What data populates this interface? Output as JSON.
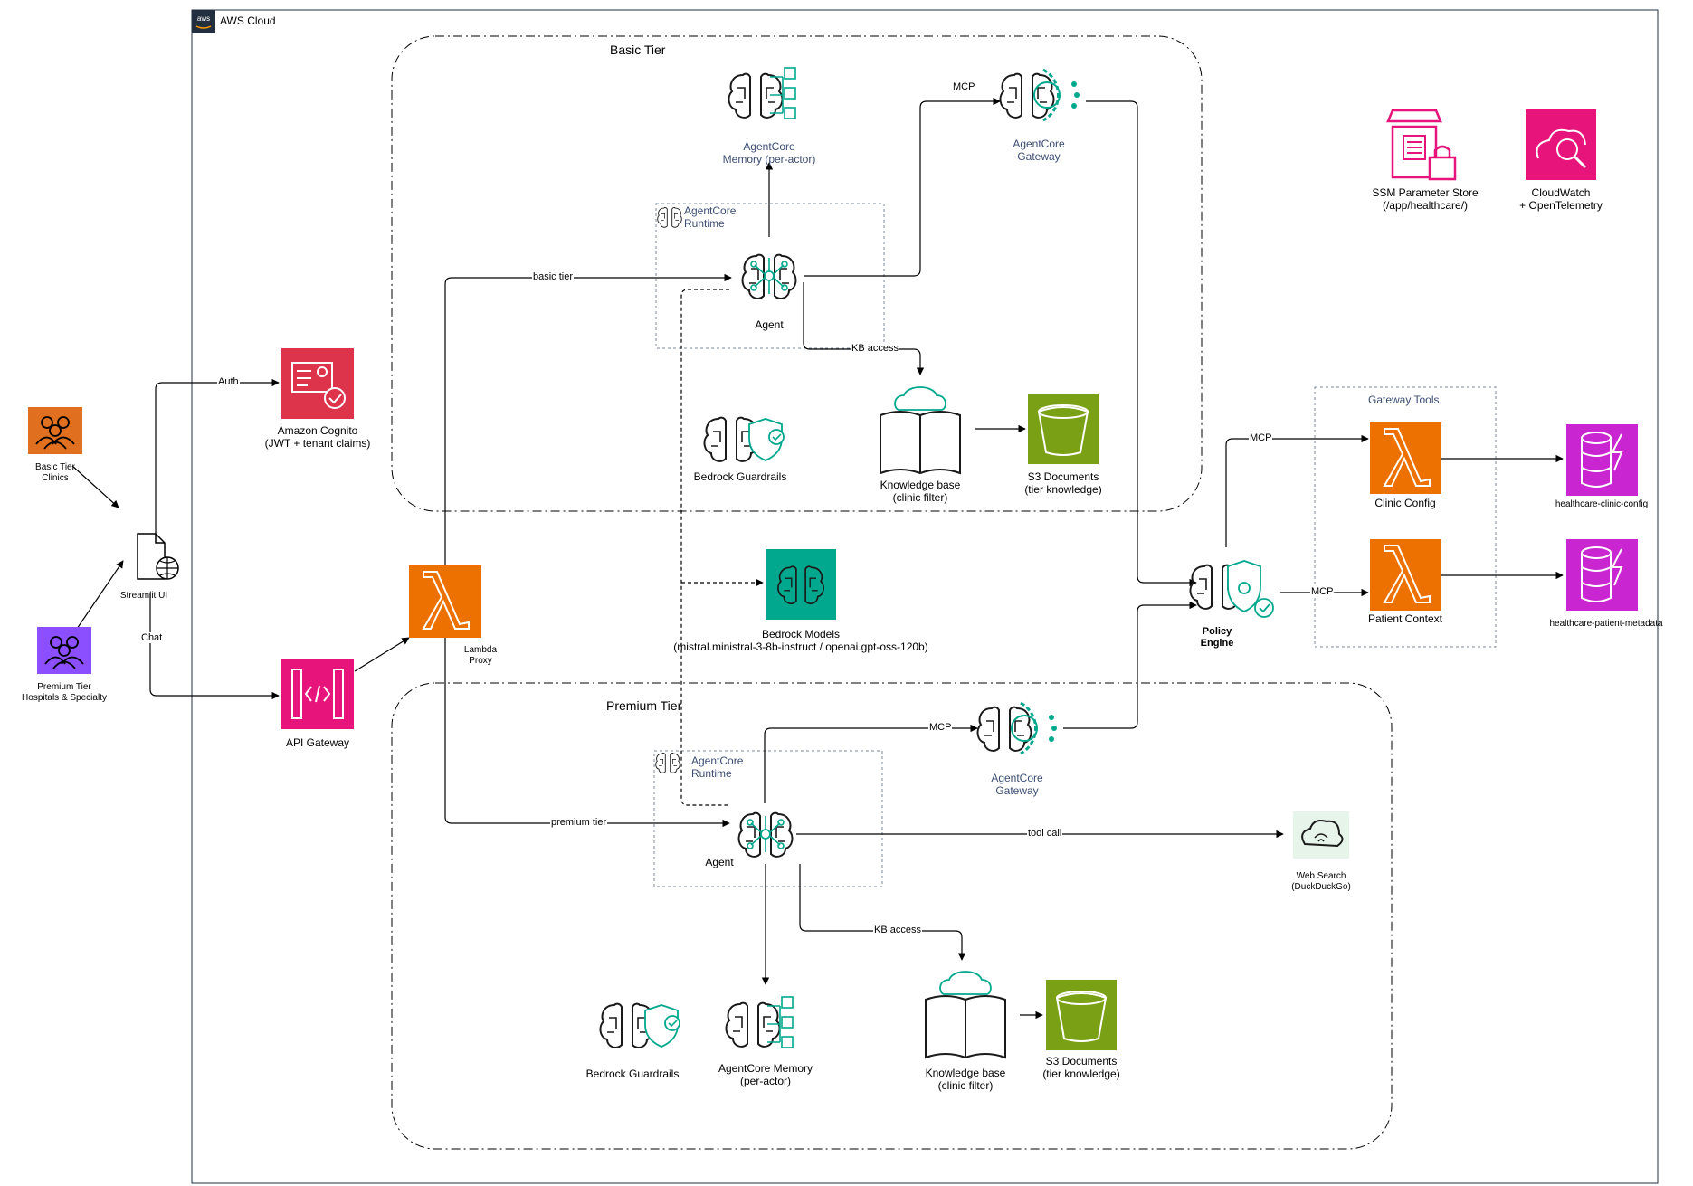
{
  "cloud": {
    "badge": "aws",
    "title": "AWS Cloud"
  },
  "groups": {
    "basic_tier": "Basic Tier",
    "premium_tier": "Premium Tier",
    "gateway_tools": "Gateway Tools",
    "runtime_basic": [
      "AgentCore",
      "Runtime"
    ],
    "runtime_premium": [
      "AgentCore",
      "Runtime"
    ]
  },
  "actors": {
    "basic_clinics": [
      "Basic Tier",
      "Clinics"
    ],
    "premium_hospitals": [
      "Premium Tier",
      "Hospitals & Specialty"
    ],
    "streamlit": "Streamlit UI"
  },
  "services": {
    "cognito": [
      "Amazon Cognito",
      "(JWT + tenant claims)"
    ],
    "api_gateway": "API Gateway",
    "lambda_proxy": [
      "Lambda",
      "Proxy"
    ],
    "bedrock_models": [
      "Bedrock Models",
      "(mistral.ministral-3-8b-instruct / openai.gpt-oss-120b)"
    ],
    "policy_engine": [
      "Policy",
      "Engine"
    ],
    "clinic_config": "Clinic Config",
    "patient_context": "Patient Context",
    "ddb_clinic": "healthcare-clinic-config",
    "ddb_patient": "healthcare-patient-metadata",
    "ssm": [
      "SSM Parameter Store",
      "(/app/healthcare/)"
    ],
    "cloudwatch": [
      "CloudWatch",
      "+ OpenTelemetry"
    ],
    "web_search": [
      "Web Search",
      "(DuckDuckGo)"
    ]
  },
  "basic": {
    "memory": [
      "AgentCore",
      "Memory (per-actor)"
    ],
    "gateway": [
      "AgentCore",
      "Gateway"
    ],
    "agent": "Agent",
    "guardrails": "Bedrock Guardrails",
    "kb": [
      "Knowledge base",
      "(clinic filter)"
    ],
    "s3": [
      "S3 Documents",
      "(tier knowledge)"
    ]
  },
  "premium": {
    "gateway": [
      "AgentCore",
      "Gateway"
    ],
    "agent": "Agent",
    "guardrails": "Bedrock Guardrails",
    "memory": [
      "AgentCore Memory",
      "(per-actor)"
    ],
    "kb": [
      "Knowledge base",
      "(clinic filter)"
    ],
    "s3": [
      "S3 Documents",
      "(tier knowledge)"
    ]
  },
  "edges": {
    "auth": "Auth",
    "chat": "Chat",
    "basic_tier": "basic tier",
    "premium_tier": "premium tier",
    "mcp_basic": "MCP",
    "mcp_premium": "MCP",
    "mcp_clinic": "MCP",
    "mcp_patient": "MCP",
    "kb_access_basic": "KB access",
    "kb_access_premium": "KB access",
    "tool_call": "tool call"
  },
  "colors": {
    "orange": "#ed7100",
    "pink": "#e7157b",
    "red": "#dd344c",
    "green": "#7aa116",
    "teal": "#01a88d",
    "purple": "#8c4fff",
    "magenta": "#c925d1",
    "people_orange": "#e07020",
    "people_purple": "#8c4fff",
    "label_blue": "#3b4d72"
  }
}
